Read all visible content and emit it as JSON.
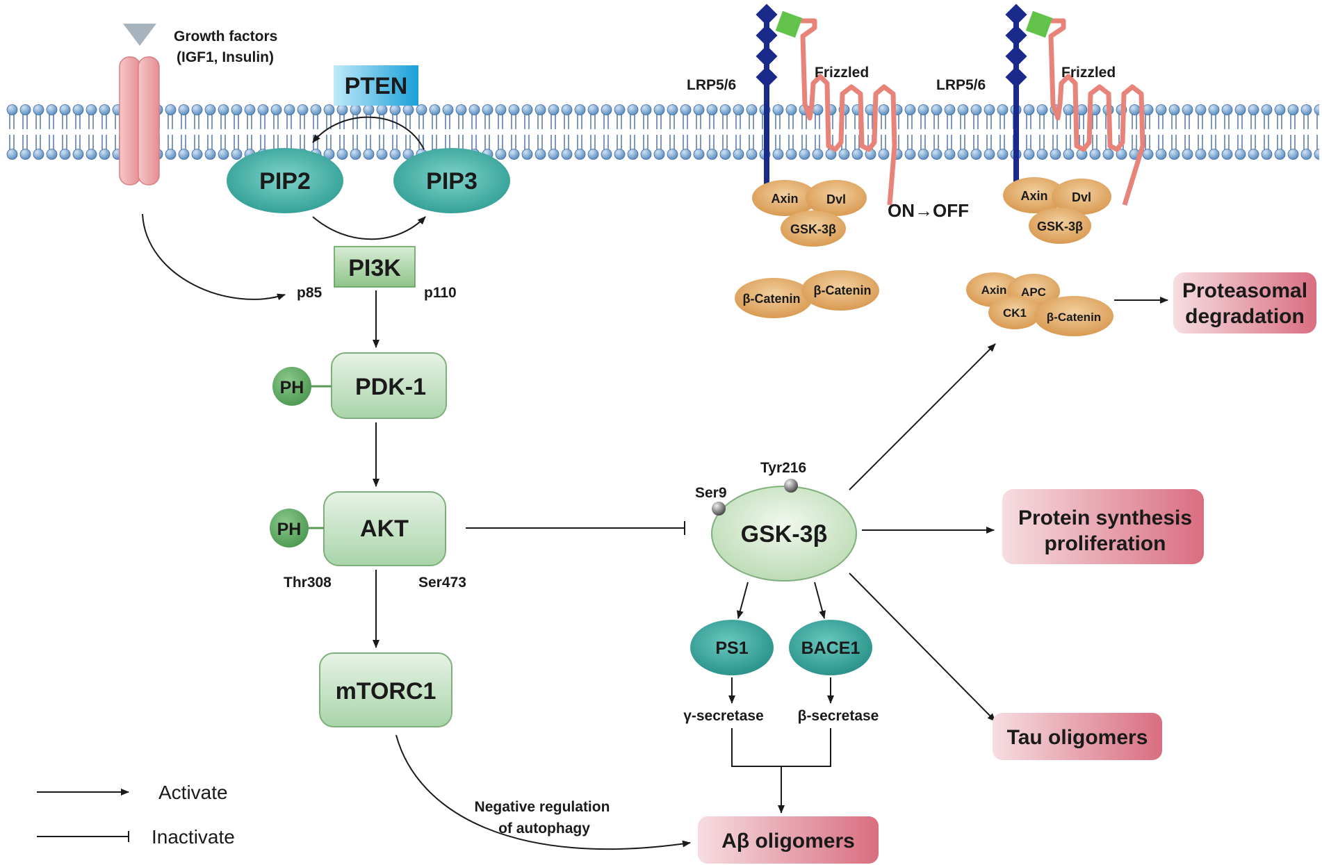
{
  "labels": {
    "growth_factors_line1": "Growth factors",
    "growth_factors_line2": "(IGF1, Insulin)",
    "pten": "PTEN",
    "pip2": "PIP2",
    "pip3": "PIP3",
    "pi3k": "PI3K",
    "p85": "p85",
    "p110": "p110",
    "pdk1": "PDK-1",
    "ph": "PH",
    "akt": "AKT",
    "thr308": "Thr308",
    "ser473": "Ser473",
    "mtorc1": "mTORC1",
    "lrp56": "LRP5/6",
    "frizzled": "Frizzled",
    "axin": "Axin",
    "dvl": "Dvl",
    "gsk3b_small": "GSK-3β",
    "on_off": "ON→OFF",
    "beta_catenin": "β-Catenin",
    "apc": "APC",
    "ck1": "CK1",
    "proteasomal_line1": "Proteasomal",
    "proteasomal_line2": "degradation",
    "gsk3b": "GSK-3β",
    "tyr216": "Tyr216",
    "ser9": "Ser9",
    "protein_synthesis_line1": "Protein synthesis",
    "protein_synthesis_line2": "proliferation",
    "ps1": "PS1",
    "bace1": "BACE1",
    "gamma_secretase": "γ-secretase",
    "beta_secretase": "β-secretase",
    "tau_oligomers": "Tau oligomers",
    "abeta_oligomers": "Aβ oligomers",
    "neg_reg_line1": "Negative regulation",
    "neg_reg_line2": "of autophagy"
  },
  "legend": {
    "activate": "Activate",
    "inactivate": "Inactivate"
  },
  "colors": {
    "teal": "#3aa9a0",
    "green_box": "#b9dcb9",
    "tan": "#e6b476",
    "pink_box": "#e6a1ad",
    "navy": "#1a2a8a",
    "frizzled": "#e8837a",
    "pten_blue": "#39b3e6"
  }
}
